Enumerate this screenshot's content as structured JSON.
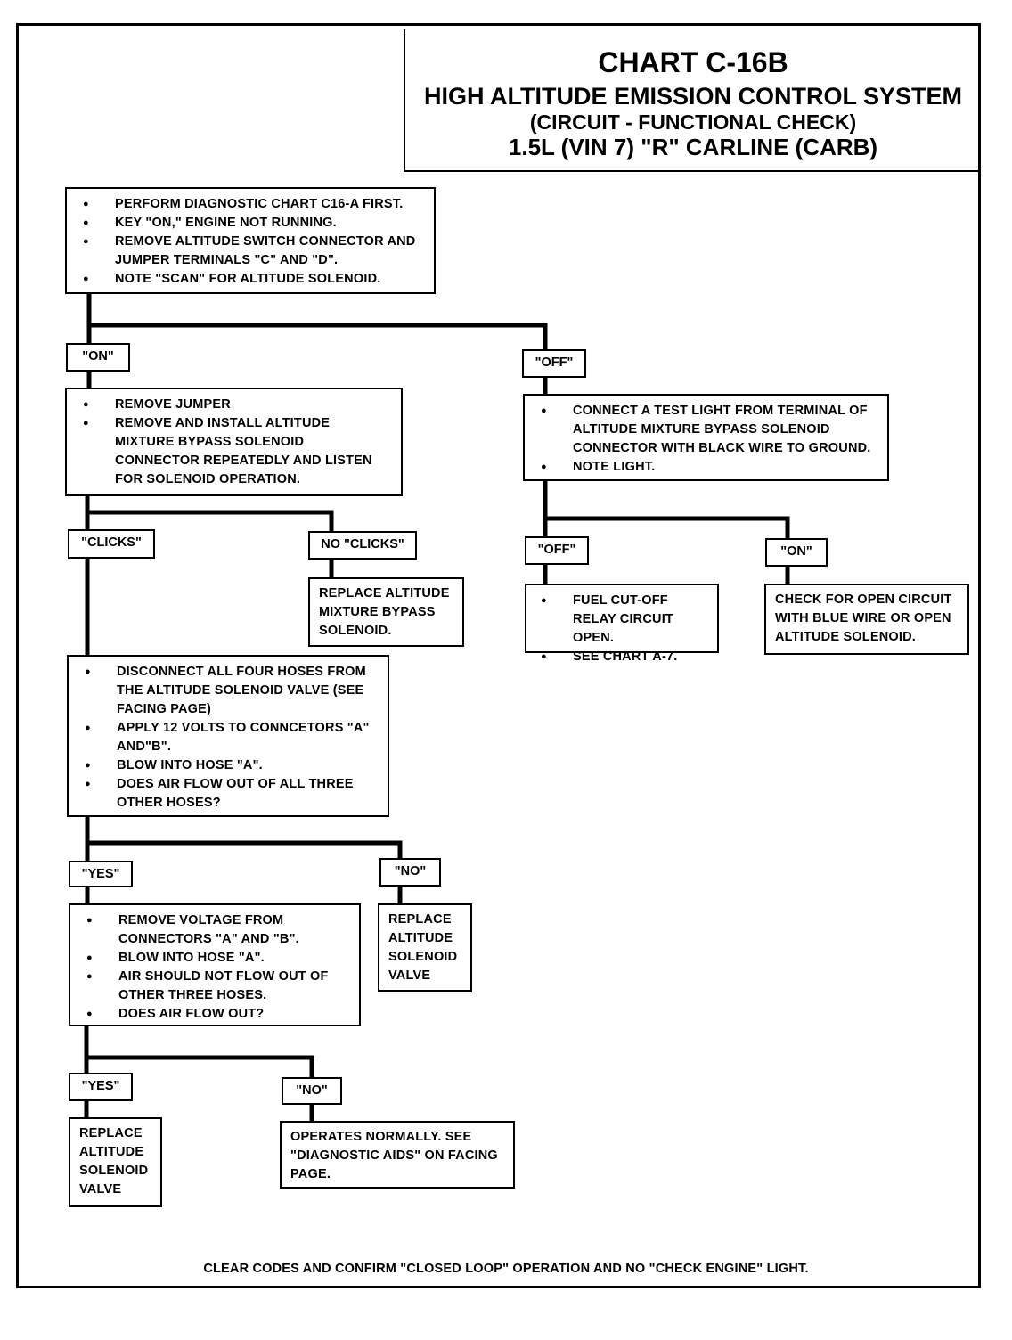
{
  "title": {
    "chart": "CHART C-16B",
    "system": "HIGH ALTITUDE EMISSION CONTROL SYSTEM",
    "check": "(CIRCUIT - FUNCTIONAL CHECK)",
    "engine": "1.5L (VIN 7) \"R\" CARLINE (CARB)"
  },
  "start": {
    "steps": [
      "PERFORM DIAGNOSTIC CHART C16-A FIRST.",
      "KEY \"ON,\" ENGINE NOT RUNNING.",
      "REMOVE ALTITUDE SWITCH CONNECTOR AND JUMPER TERMINALS \"C\" AND \"D\".",
      "NOTE \"SCAN\" FOR ALTITUDE SOLENOID."
    ]
  },
  "scan_on": {
    "label": "\"ON\"",
    "steps": [
      "REMOVE JUMPER",
      "REMOVE AND INSTALL ALTITUDE MIXTURE BYPASS SOLENOID CONNECTOR REPEATEDLY AND LISTEN FOR SOLENOID OPERATION."
    ]
  },
  "scan_off": {
    "label": "\"OFF\"",
    "steps": [
      "CONNECT A TEST LIGHT FROM TERMINAL OF ALTITUDE MIXTURE BYPASS SOLENOID CONNECTOR WITH BLACK WIRE TO GROUND.",
      "NOTE LIGHT."
    ]
  },
  "clicks": {
    "label": "\"CLICKS\"",
    "steps": [
      "DISCONNECT ALL FOUR HOSES FROM THE ALTITUDE SOLENOID VALVE (SEE FACING PAGE)",
      "APPLY 12 VOLTS TO CONNCETORS \"A\" AND\"B\".",
      "BLOW INTO HOSE \"A\".",
      "DOES AIR FLOW OUT OF ALL THREE OTHER HOSES?"
    ]
  },
  "no_clicks": {
    "label": "NO \"CLICKS\"",
    "text": "REPLACE ALTITUDE MIXTURE BYPASS SOLENOID."
  },
  "light_off": {
    "label": "\"OFF\"",
    "steps": [
      "FUEL CUT-OFF RELAY CIRCUIT OPEN.",
      "SEE CHART A-7."
    ]
  },
  "light_on": {
    "label": "\"ON\"",
    "text": "CHECK FOR OPEN CIRCUIT WITH BLUE WIRE OR OPEN ALTITUDE SOLENOID."
  },
  "flow_yes": {
    "label": "\"YES\"",
    "steps": [
      "REMOVE VOLTAGE FROM CONNECTORS \"A\" AND \"B\".",
      "BLOW INTO HOSE \"A\".",
      "AIR SHOULD NOT FLOW OUT OF OTHER THREE HOSES.",
      "DOES AIR FLOW OUT?"
    ]
  },
  "flow_no": {
    "label": "\"NO\"",
    "lines": [
      "REPLACE",
      "ALTITUDE",
      "SOLENOID",
      "VALVE"
    ]
  },
  "final_yes": {
    "label": "\"YES\"",
    "lines": [
      "REPLACE",
      "ALTITUDE",
      "SOLENOID",
      "VALVE"
    ]
  },
  "final_no": {
    "label": "\"NO\"",
    "text": "OPERATES NORMALLY.  SEE \"DIAGNOSTIC AIDS\" ON FACING PAGE."
  },
  "footer": "CLEAR CODES AND CONFIRM \"CLOSED LOOP\" OPERATION AND NO \"CHECK ENGINE\" LIGHT."
}
